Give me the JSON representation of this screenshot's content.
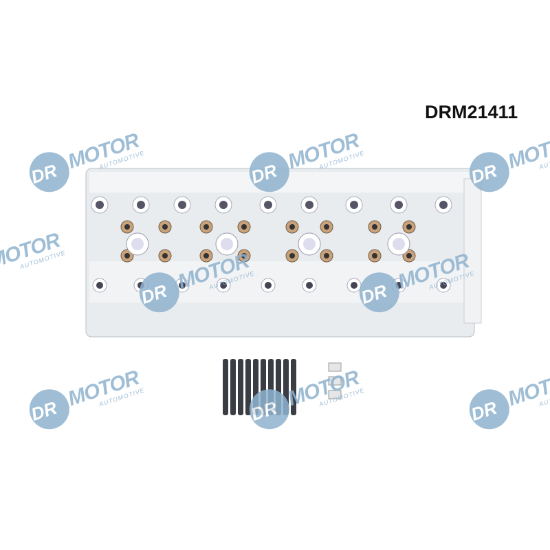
{
  "product_code": "DRM21411",
  "watermark": {
    "brand_left": "DR",
    "brand_right": "MOTOR",
    "tagline": "AUTOMOTIVE",
    "color": "#8fb3cf"
  },
  "product": {
    "name_icon": "cylinder-head-image",
    "studs_count": 10
  }
}
